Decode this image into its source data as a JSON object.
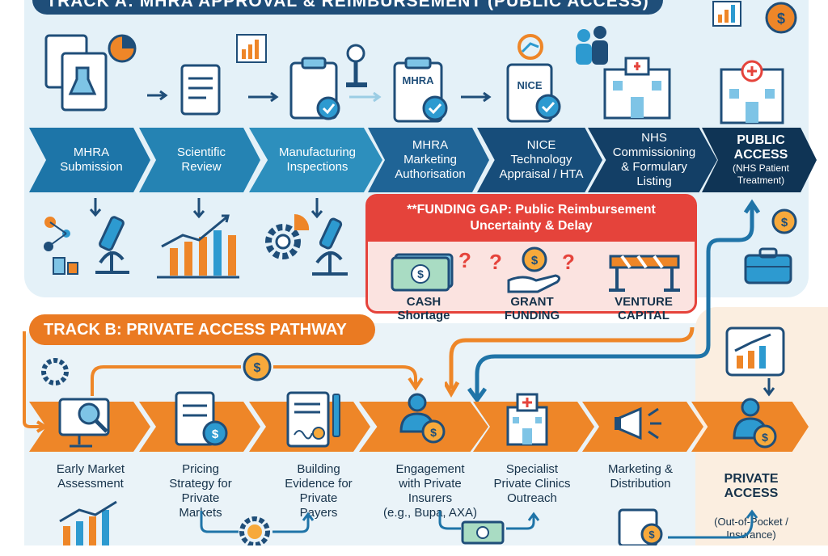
{
  "track_a": {
    "title": "TRACK A: MHRA APPROVAL & REIMBURSEMENT (PUBLIC ACCESS)",
    "steps": [
      {
        "label": "MHRA\nSubmission"
      },
      {
        "label": "Scientific\nReview"
      },
      {
        "label": "Manufacturing\nInspections"
      },
      {
        "label": "MHRA\nMarketing\nAuthorisation"
      },
      {
        "label": "NICE\nTechnology\nAppraisal / HTA"
      },
      {
        "label": "NHS\nCommissioning\n& Formulary\nListing"
      },
      {
        "label": "PUBLIC\nACCESS",
        "sub": "(NHS Patient\nTreatment)"
      }
    ],
    "doc_labels": {
      "mhra": "MHRA",
      "nice": "NICE"
    }
  },
  "funding_gap": {
    "title": "**FUNDING GAP: Public Reimbursement\nUncertainty & Delay",
    "items": [
      "CASH\nShortage",
      "GRANT\nFUNDING",
      "VENTURE\nCAPITAL"
    ]
  },
  "track_b": {
    "title": "TRACK B: PRIVATE ACCESS PATHWAY",
    "steps": [
      {
        "label": "Early Market\nAssessment"
      },
      {
        "label": "Pricing\nStrategy for\nPrivate\nMarkets"
      },
      {
        "label": "Building\nEvidence for\nPrivate\nPayers"
      },
      {
        "label": "Engagement\nwith Private\nInsurers\n(e.g., Bupa, AXA)"
      },
      {
        "label": "Specialist\nPrivate Clinics\nOutreach"
      },
      {
        "label": "Marketing &\nDistribution"
      },
      {
        "label": "PRIVATE\nACCESS",
        "sub": "(Out-of-Pocket /\nInsurance)"
      }
    ]
  },
  "colors": {
    "track_a": [
      "#1d75a8",
      "#2583b3",
      "#2d8fbd",
      "#1f6496",
      "#174d7a",
      "#133f66",
      "#0f3455"
    ],
    "track_b": "#ee8628",
    "gap": "#e5433b",
    "navy": "#1f4e79"
  }
}
